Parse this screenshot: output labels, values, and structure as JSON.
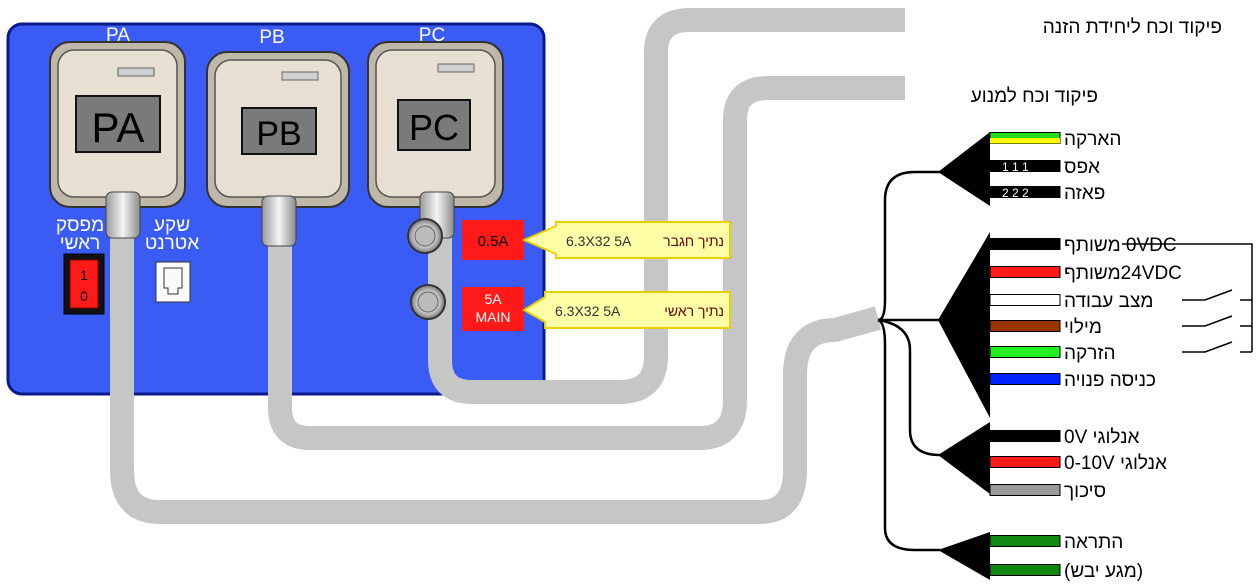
{
  "colors": {
    "panel": "#3a5cf5",
    "panel_border": "#0a1a8a",
    "cable": "#c6c6c6",
    "fuse_red": "#ff1a1a",
    "fuse_label_bg": "#ffffa8",
    "fuse_label_border": "#e8d000",
    "connector_face": "#e6dfd2",
    "connector_window": "#7a7a7a"
  },
  "connectors": [
    {
      "header": "PA",
      "window": "PA"
    },
    {
      "header": "PB",
      "window": "PB"
    },
    {
      "header": "PC",
      "window": "PC"
    }
  ],
  "main_switch": {
    "label_line1": "מפסק",
    "label_line2": "ראשי",
    "on": "1",
    "off": "0"
  },
  "ethernet": {
    "label_line1": "שקע",
    "label_line2": "אטרנט"
  },
  "fuses": [
    {
      "value": "0.5A",
      "value_line2": "",
      "label": "נתיך חגבר",
      "rating": "6.3X32  5A"
    },
    {
      "value": "5A",
      "value_line2": "MAIN",
      "label": "נתיך ראשי",
      "rating": "6.3X32  5A"
    }
  ],
  "outputs": {
    "feed_unit": "פיקוד וכח ליחידת הזנה",
    "motor": "פיקוד וכח למנוע"
  },
  "wire_groups": [
    {
      "name": "power",
      "wires": [
        {
          "label": "הארקה",
          "code": "",
          "color": "#22dd22",
          "stripe": "#ffff00"
        },
        {
          "label": "אפס",
          "code": "1 1 1",
          "color": "#000000",
          "stripe": ""
        },
        {
          "label": "פאזה",
          "code": "2 2 2",
          "color": "#000000",
          "stripe": ""
        }
      ]
    },
    {
      "name": "control",
      "wires": [
        {
          "label": "0VDC משותף",
          "code": "",
          "color": "#000000",
          "stripe": ""
        },
        {
          "label": "24VDCמשותף",
          "code": "",
          "color": "#ff1a1a",
          "stripe": ""
        },
        {
          "label": "מצב עבודה",
          "code": "",
          "color": "#ffffff",
          "stripe": ""
        },
        {
          "label": "מילוי",
          "code": "",
          "color": "#993300",
          "stripe": ""
        },
        {
          "label": "הזרקה",
          "code": "",
          "color": "#22ee22",
          "stripe": ""
        },
        {
          "label": "כניסה פנויה",
          "code": "",
          "color": "#0022ff",
          "stripe": ""
        }
      ]
    },
    {
      "name": "analog",
      "wires": [
        {
          "label": "אנלוגי   0V",
          "code": "",
          "color": "#000000",
          "stripe": ""
        },
        {
          "label": "אנלוגי 0-10V",
          "code": "",
          "color": "#ff1a1a",
          "stripe": ""
        },
        {
          "label": "סיכוך",
          "code": "",
          "color": "#9a9a9a",
          "stripe": ""
        }
      ]
    },
    {
      "name": "alarm",
      "wires": [
        {
          "label": "התראה",
          "code": "",
          "color": "#118811",
          "stripe": ""
        },
        {
          "label": "(מגע יבש)",
          "code": "",
          "color": "#118811",
          "stripe": ""
        }
      ]
    }
  ]
}
